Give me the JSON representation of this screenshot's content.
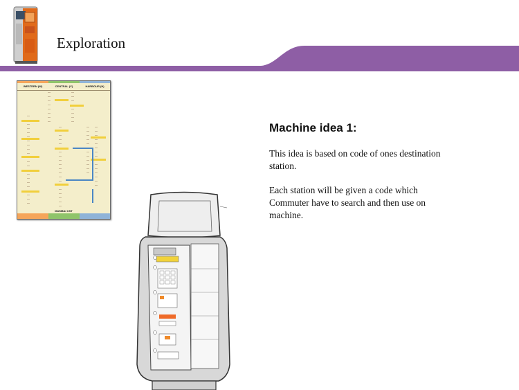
{
  "slide": {
    "title": "Exploration"
  },
  "content": {
    "heading": "Machine idea 1:",
    "paragraph_1": "This idea is based on code of ones destination station.",
    "paragraph_2": "Each station will be given a code which Commuter have to search  and  then use on machine."
  },
  "chart_sheet": {
    "columns": [
      "WESTERN (W)",
      "CENTRAL (C)",
      "HARBOUR (H)"
    ],
    "footer": "MUMBAI CST"
  },
  "colors": {
    "banner": "#8e5ea5",
    "western": "#f5a55a",
    "central": "#8fc46a",
    "harbour": "#8fb3d8",
    "sheet": "#f4eecb"
  },
  "icons": [
    "ticket-kiosk-photo",
    "station-code-chart-image",
    "machine-sketch-image"
  ]
}
